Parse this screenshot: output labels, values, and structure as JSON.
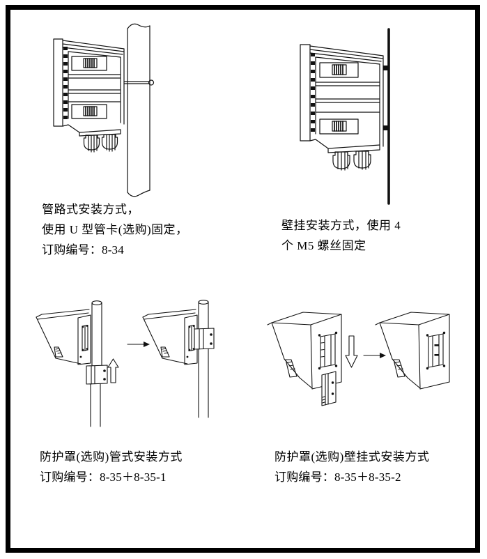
{
  "page": {
    "type": "instruction-manual-page",
    "background": "#ffffff",
    "frame_color": "#000000",
    "line_color": "#111111"
  },
  "captions": {
    "pipe_mount": {
      "lines": [
        "管路式安装方式，",
        "使用 U 型管卡(选购)固定，",
        "订购编号：8-34"
      ]
    },
    "wall_mount": {
      "lines": [
        "壁挂安装方式，使用 4",
        "个 M5 螺丝固定"
      ]
    },
    "cover_pipe": {
      "lines": [
        "防护罩(选购)管式安装方式",
        "订购编号：8-35＋8-35-1"
      ]
    },
    "cover_wall": {
      "lines": [
        "防护罩(选购)壁挂式安装方式",
        "订购编号：8-35＋8-35-2"
      ]
    }
  },
  "figures": {
    "pipe_mount_alt": "transmitter-side-view-mounted-on-pipe-with-u-bolt",
    "wall_mount_alt": "transmitter-side-view-mounted-on-wall-with-screws",
    "cover_pipe_alt": "protective-cover-pipe-mounting-two-steps-with-clamp",
    "cover_wall_alt": "protective-cover-wall-mounting-two-steps-with-bracket"
  }
}
